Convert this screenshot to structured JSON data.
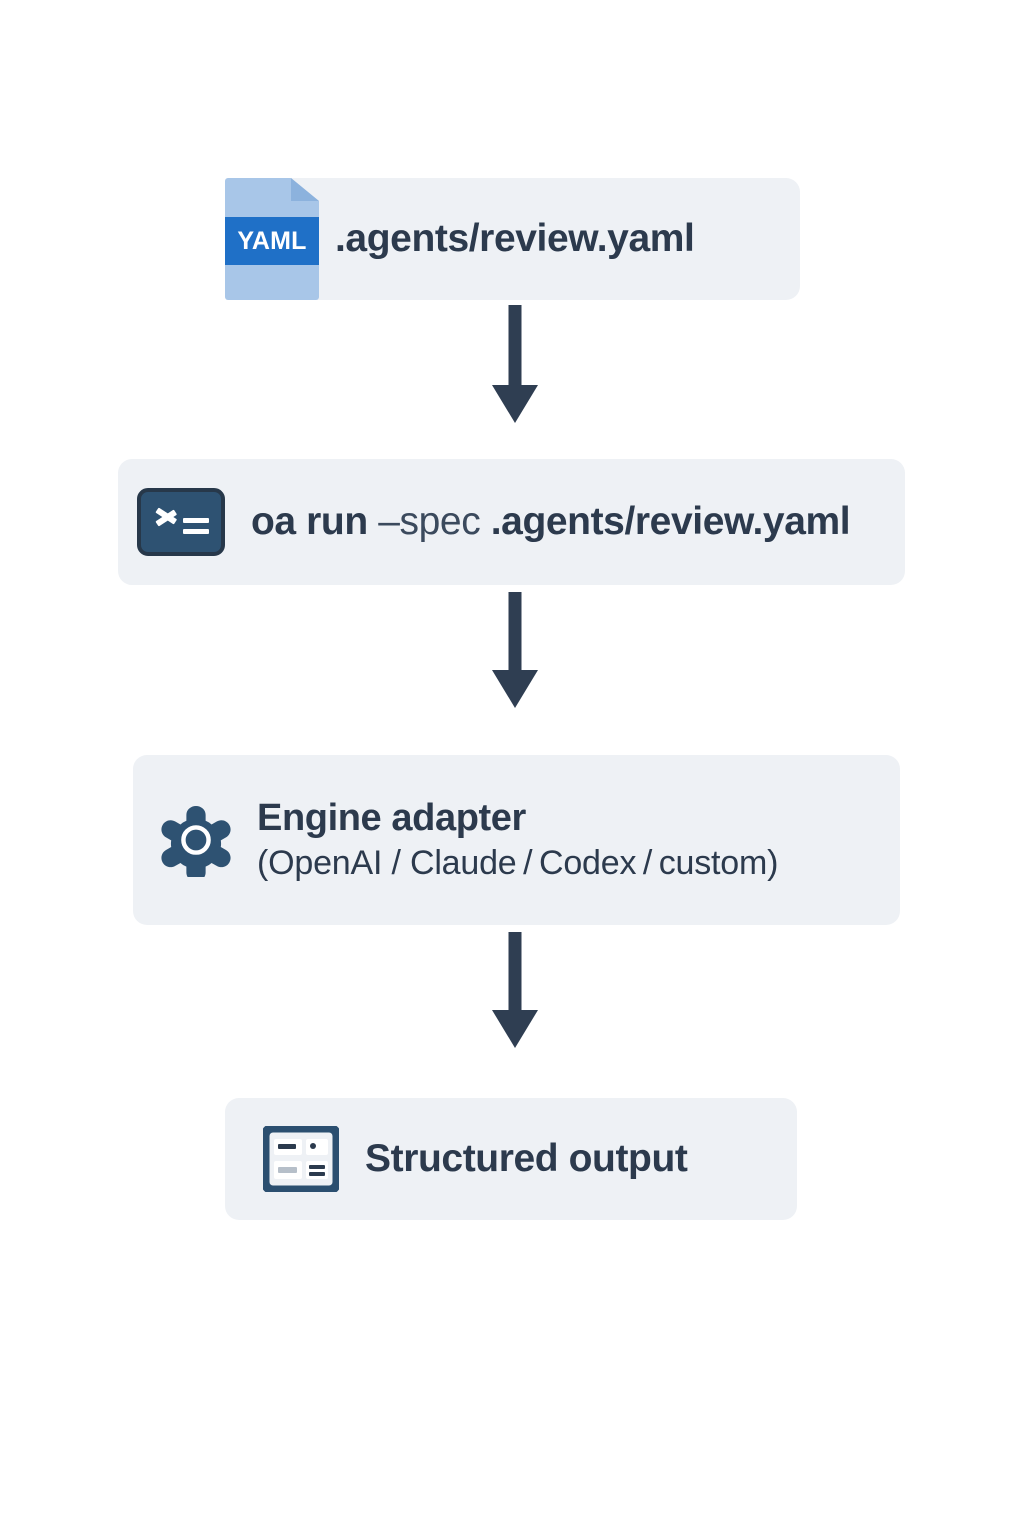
{
  "diagram": {
    "title": "agent spec pipeline",
    "background": "#ffffff",
    "card_background": "#eef1f5",
    "text_color": "#2c3a4d",
    "accent_blue": "#1f70c7",
    "gear_color": "#2e5272",
    "arrow_color": "#2f3e52",
    "nodes": [
      {
        "id": "spec-file",
        "icon": "yaml-file-icon",
        "icon_label": "YAML",
        "label": ".agents/review.yaml"
      },
      {
        "id": "command",
        "icon": "terminal-icon",
        "command_main": "oa run",
        "command_flag": "–spec",
        "command_arg": ".agents/review.yaml"
      },
      {
        "id": "engine-adapter",
        "icon": "gear-icon",
        "title": "Engine adapter",
        "subtitle": "(OpenAI / Claude / Codex / custom)"
      },
      {
        "id": "structured-output",
        "icon": "dashboard-grid-icon",
        "label": "Structured output"
      }
    ],
    "connectors": [
      {
        "id": "arrow-1",
        "from": "spec-file",
        "to": "command",
        "direction": "down"
      },
      {
        "id": "arrow-2",
        "from": "command",
        "to": "engine-adapter",
        "direction": "down"
      },
      {
        "id": "arrow-3",
        "from": "engine-adapter",
        "to": "structured-output",
        "direction": "down"
      }
    ]
  }
}
